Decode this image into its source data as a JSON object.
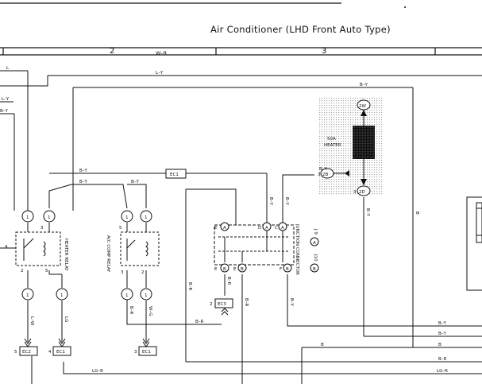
{
  "title": "Air Conditioner (LHD Front Auto Type)",
  "columns": [
    "2",
    "3"
  ],
  "components": {
    "heater_relay": "HEATER RELAY",
    "ac_comp_relay": "A/C COMP RELAY",
    "junction_connector": "JUNCTION CONNECTOR",
    "fuse_amp": "50A",
    "fuse_name": "HEATER",
    "j9": "J 9",
    "j9_pin": "A",
    "j10": "J10",
    "j10_pin": "B"
  },
  "connectors": {
    "ec1_top": "EC1",
    "ec1_left": "EC1",
    "ec1_right": "EC1",
    "ec2": "EC2",
    "ec3": "EC3",
    "pin_2w": "2W",
    "pin_2b": "2B",
    "pin_2d": "2D",
    "pin_2": "2",
    "pin_3": "3",
    "pin_4": "4",
    "pin_5": "5",
    "pin_1": "1"
  },
  "wire_labels": {
    "w_r": "W–R",
    "l_y_top": "L–Y",
    "l": "L",
    "l_y_left": "L–Y",
    "b_y_left": "B–Y",
    "b_y_top": "B–Y",
    "b_y_mid": "B–Y",
    "b_y_a": "B–Y",
    "b_y_b": "B–Y",
    "b_y_c": "B–Y",
    "b_y_d": "B–Y",
    "b_y_jc": "B–Y",
    "b_y_fuse": "B–Y",
    "b_r_a": "B–R",
    "b_r_b": "B–R",
    "b_r_c": "B–R",
    "b_r_d": "B–R",
    "b_r_e": "B–R",
    "l_w": "L–W",
    "lg": "LG",
    "w_g": "W–G",
    "lg_r_a": "LG–R",
    "lg_r_b": "LG–R",
    "b_a": "B",
    "b_b": "B",
    "b_c": "B",
    "b_d": "B",
    "b_e": "B",
    "b_f": "B",
    "b_y_r1": "B–Y",
    "b_y_r2": "B–Y",
    "b_r_r": "B–R",
    "b_y_fr": "B–Y"
  },
  "pins": {
    "e": "E",
    "a": "A",
    "d": "D",
    "c": "C",
    "f": "F",
    "b": "B"
  },
  "hatch_color": "#9a9a9a"
}
